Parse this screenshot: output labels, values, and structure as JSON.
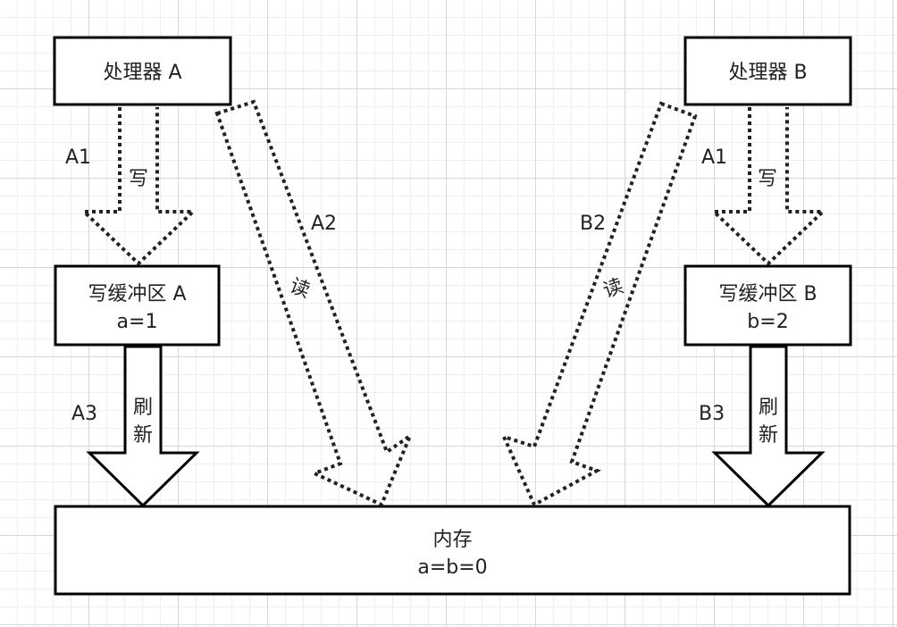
{
  "nodes": {
    "processor_a": {
      "label": "处理器 A"
    },
    "processor_b": {
      "label": "处理器 B"
    },
    "buffer_a": {
      "label": "写缓冲区 A",
      "value": "a=1"
    },
    "buffer_b": {
      "label": "写缓冲区 B",
      "value": "b=2"
    },
    "memory": {
      "label": "内存",
      "value": "a=b=0"
    }
  },
  "edges": {
    "a1": {
      "step": "A1",
      "action": "写"
    },
    "a2": {
      "step": "A2",
      "action": "读"
    },
    "a3": {
      "step": "A3",
      "action_line1": "刷",
      "action_line2": "新"
    },
    "b1": {
      "step": "A1",
      "action": "写"
    },
    "b2": {
      "step": "B2",
      "action": "读"
    },
    "b3": {
      "step": "B3",
      "action_line1": "刷",
      "action_line2": "新"
    }
  }
}
